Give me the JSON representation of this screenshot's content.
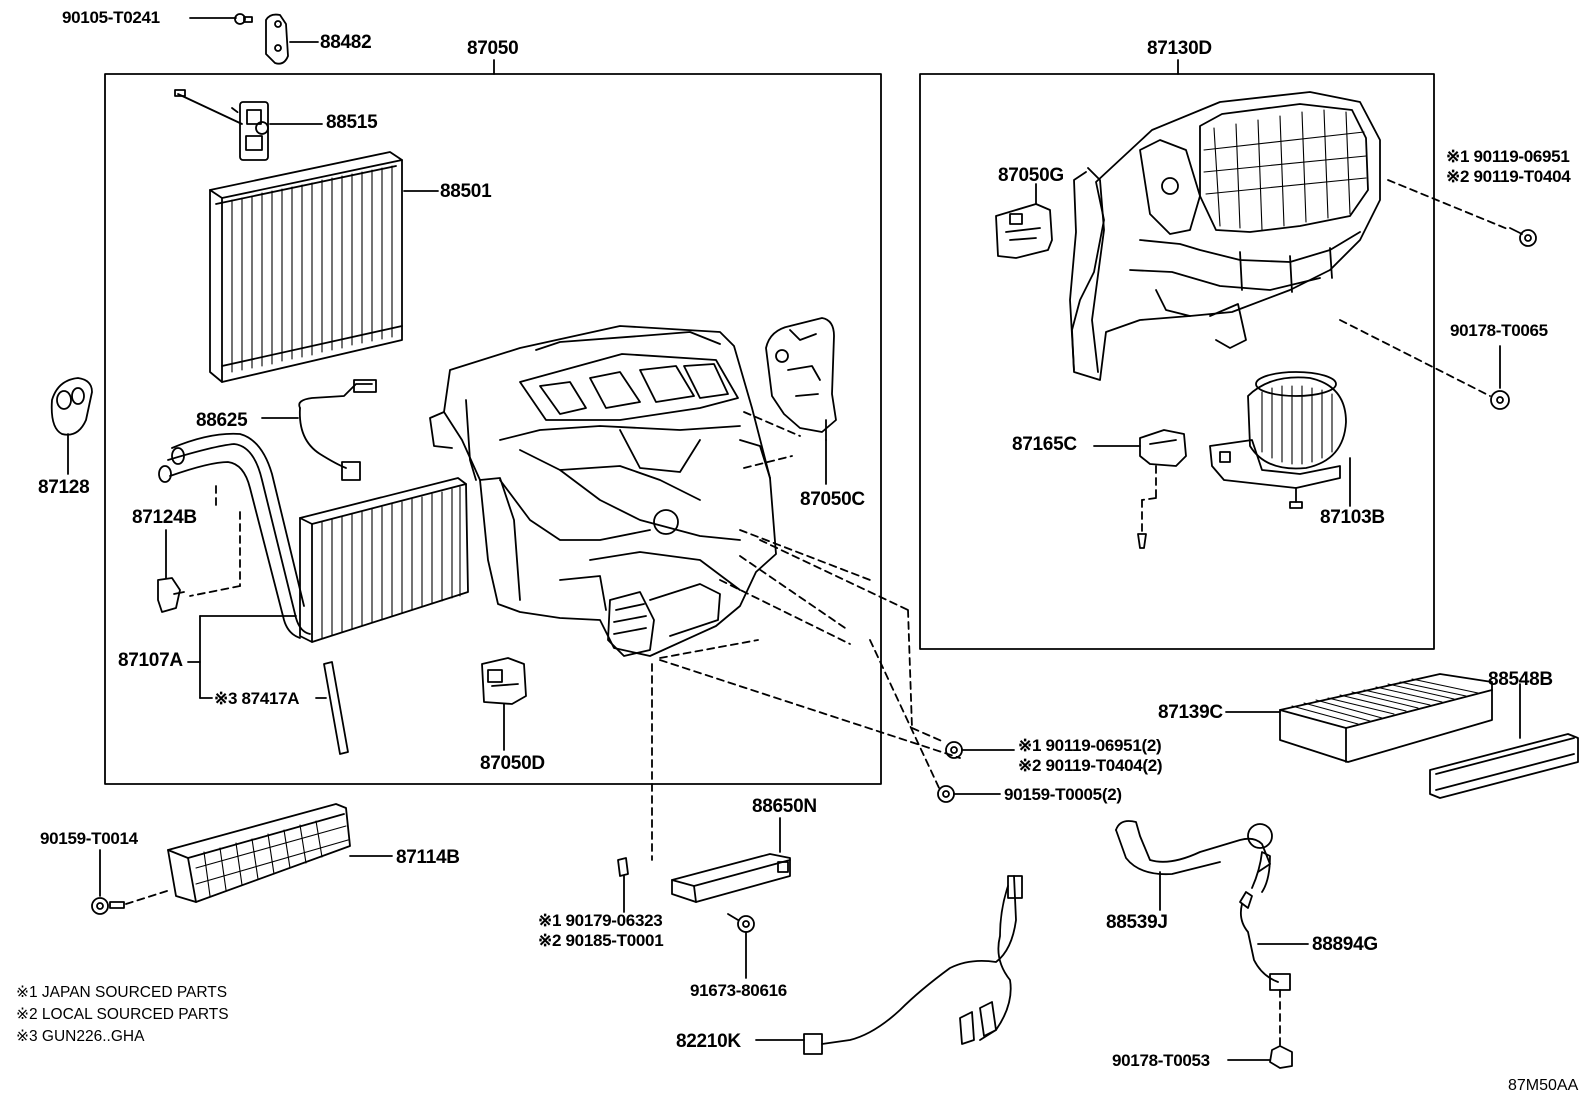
{
  "diagram_code": "87M50AA",
  "notes": [
    "※1 JAPAN SOURCED PARTS",
    "※2 LOCAL SOURCED PARTS",
    "※3 GUN226..GHA"
  ],
  "labels": {
    "p90105_T0241": "90105-T0241",
    "p88482": "88482",
    "p87050": "87050",
    "p88515": "88515",
    "p88501": "88501",
    "p87128": "87128",
    "p88625": "88625",
    "p87124B": "87124B",
    "p87107A": "87107A",
    "p87417A": "※3 87417A",
    "p87050D": "87050D",
    "p87050C": "87050C",
    "p87130D": "87130D",
    "p87050G": "87050G",
    "p87165C": "87165C",
    "p87103B": "87103B",
    "p90119_a_1": "※1 90119-06951",
    "p90119_a_2": "※2 90119-T0404",
    "p90178_T0065": "90178-T0065",
    "p87139C": "87139C",
    "p88548B": "88548B",
    "p90119_b_1": "※1 90119-06951(2)",
    "p90119_b_2": "※2 90119-T0404(2)",
    "p90159_T0005": "90159-T0005(2)",
    "p90159_T0014": "90159-T0014",
    "p87114B": "87114B",
    "p88650N": "88650N",
    "p90179_1": "※1 90179-06323",
    "p90185_2": "※2 90185-T0001",
    "p91673": "91673-80616",
    "p82210K": "82210K",
    "p88539J": "88539J",
    "p88894G": "88894G",
    "p90178_T0053": "90178-T0053"
  }
}
